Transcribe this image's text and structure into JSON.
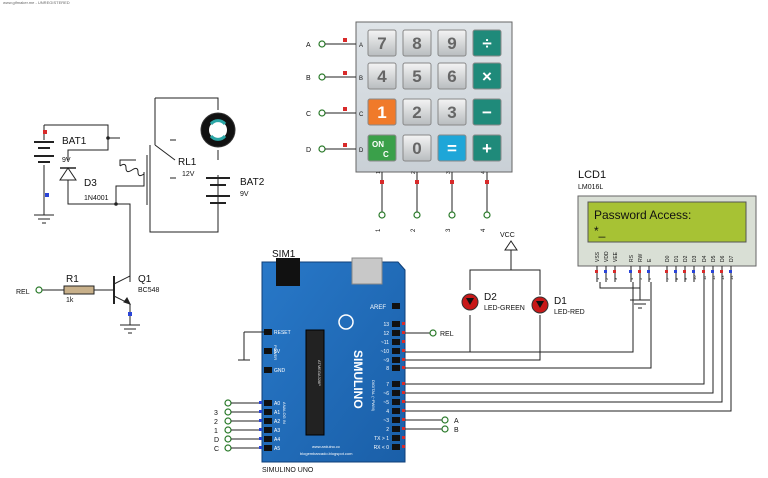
{
  "watermark": "www.gifmaker.me - UNREGISTERED",
  "keypad": {
    "row_labels": [
      "A",
      "B",
      "C",
      "D"
    ],
    "col_labels": [
      "1",
      "2",
      "3",
      "4"
    ],
    "keys": [
      "7",
      "8",
      "9",
      "÷",
      "4",
      "5",
      "6",
      "×",
      "1",
      "2",
      "3",
      "−",
      "ON/C",
      "0",
      "=",
      "+"
    ],
    "on_key": {
      "top": "ON",
      "bottom": "C"
    }
  },
  "bat1": {
    "name": "BAT1",
    "value": "9V"
  },
  "d3": {
    "name": "D3",
    "value": "1N4001"
  },
  "rl1": {
    "name": "RL1",
    "value": "12V"
  },
  "bat2": {
    "name": "BAT2",
    "value": "9V"
  },
  "r1": {
    "name": "R1",
    "value": "1k"
  },
  "q1": {
    "name": "Q1",
    "value": "BC548"
  },
  "rel_label": "REL",
  "lcd": {
    "name": "LCD1",
    "model": "LM016L",
    "line1": "Password Access:",
    "line2": "*_",
    "pins": [
      "VSS",
      "VDD",
      "VEE",
      "RS",
      "RW",
      "E",
      "D0",
      "D1",
      "D2",
      "D3",
      "D4",
      "D5",
      "D6",
      "D7"
    ]
  },
  "vcc": "VCC",
  "d2": {
    "name": "D2",
    "value": "LED-GREEN"
  },
  "d1": {
    "name": "D1",
    "value": "LED-RED"
  },
  "sim": {
    "name": "SIM1",
    "footer": "SIMULINO UNO",
    "brand": "SIMULINO",
    "aref": "AREF",
    "right_pins": [
      "13",
      "12",
      "~11",
      "~10",
      "~9",
      "8",
      "7",
      "~6",
      "~5",
      "4",
      "~3",
      "2",
      "TX > 1",
      "RX < 0"
    ],
    "left_pins": [
      "A0",
      "A1",
      "A2",
      "A3",
      "A4",
      "A5"
    ],
    "power_labels": [
      "RESET",
      "5V",
      "GND"
    ],
    "vertical_power": "POWER",
    "vertical_analog": "ANALOG IN",
    "vertical_digital": "DIGITAL (~PWM)",
    "atmega": "ATMEGA328P",
    "site": "www.arduino.cc",
    "blog": "blogembarcado.blogspot.com"
  },
  "analog_nets": [
    "3",
    "2",
    "1",
    "D",
    "C"
  ],
  "digital_nets": [
    "A",
    "B"
  ]
}
